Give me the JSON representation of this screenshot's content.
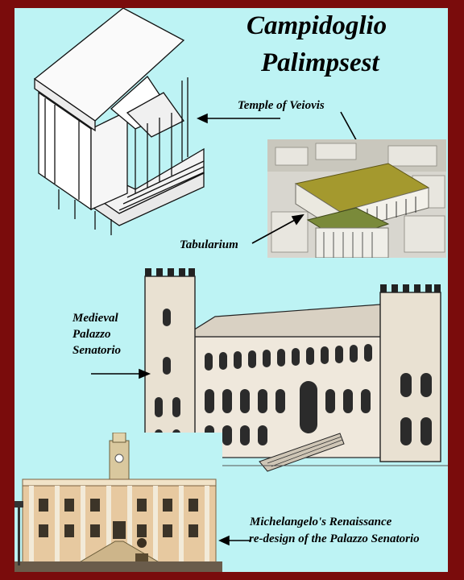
{
  "title": {
    "line1": "Campidoglio",
    "line2": "Palimpsest"
  },
  "labels": {
    "temple": "Temple of Veiovis",
    "tabularium": "Tabularium",
    "medieval": [
      "Medieval",
      "Palazzo",
      "Senatorio"
    ],
    "renaissance": [
      "Michelangelo's Renaissance",
      "re-design of the Palazzo Senatorio"
    ]
  },
  "colors": {
    "frame": "#7a0c0c",
    "background": "#bdf3f4"
  },
  "illustrations": [
    {
      "name": "temple-drawing-icon"
    },
    {
      "name": "tabularium-model-photo-icon"
    },
    {
      "name": "medieval-palazzo-drawing-icon"
    },
    {
      "name": "renaissance-palazzo-photo-icon"
    }
  ]
}
